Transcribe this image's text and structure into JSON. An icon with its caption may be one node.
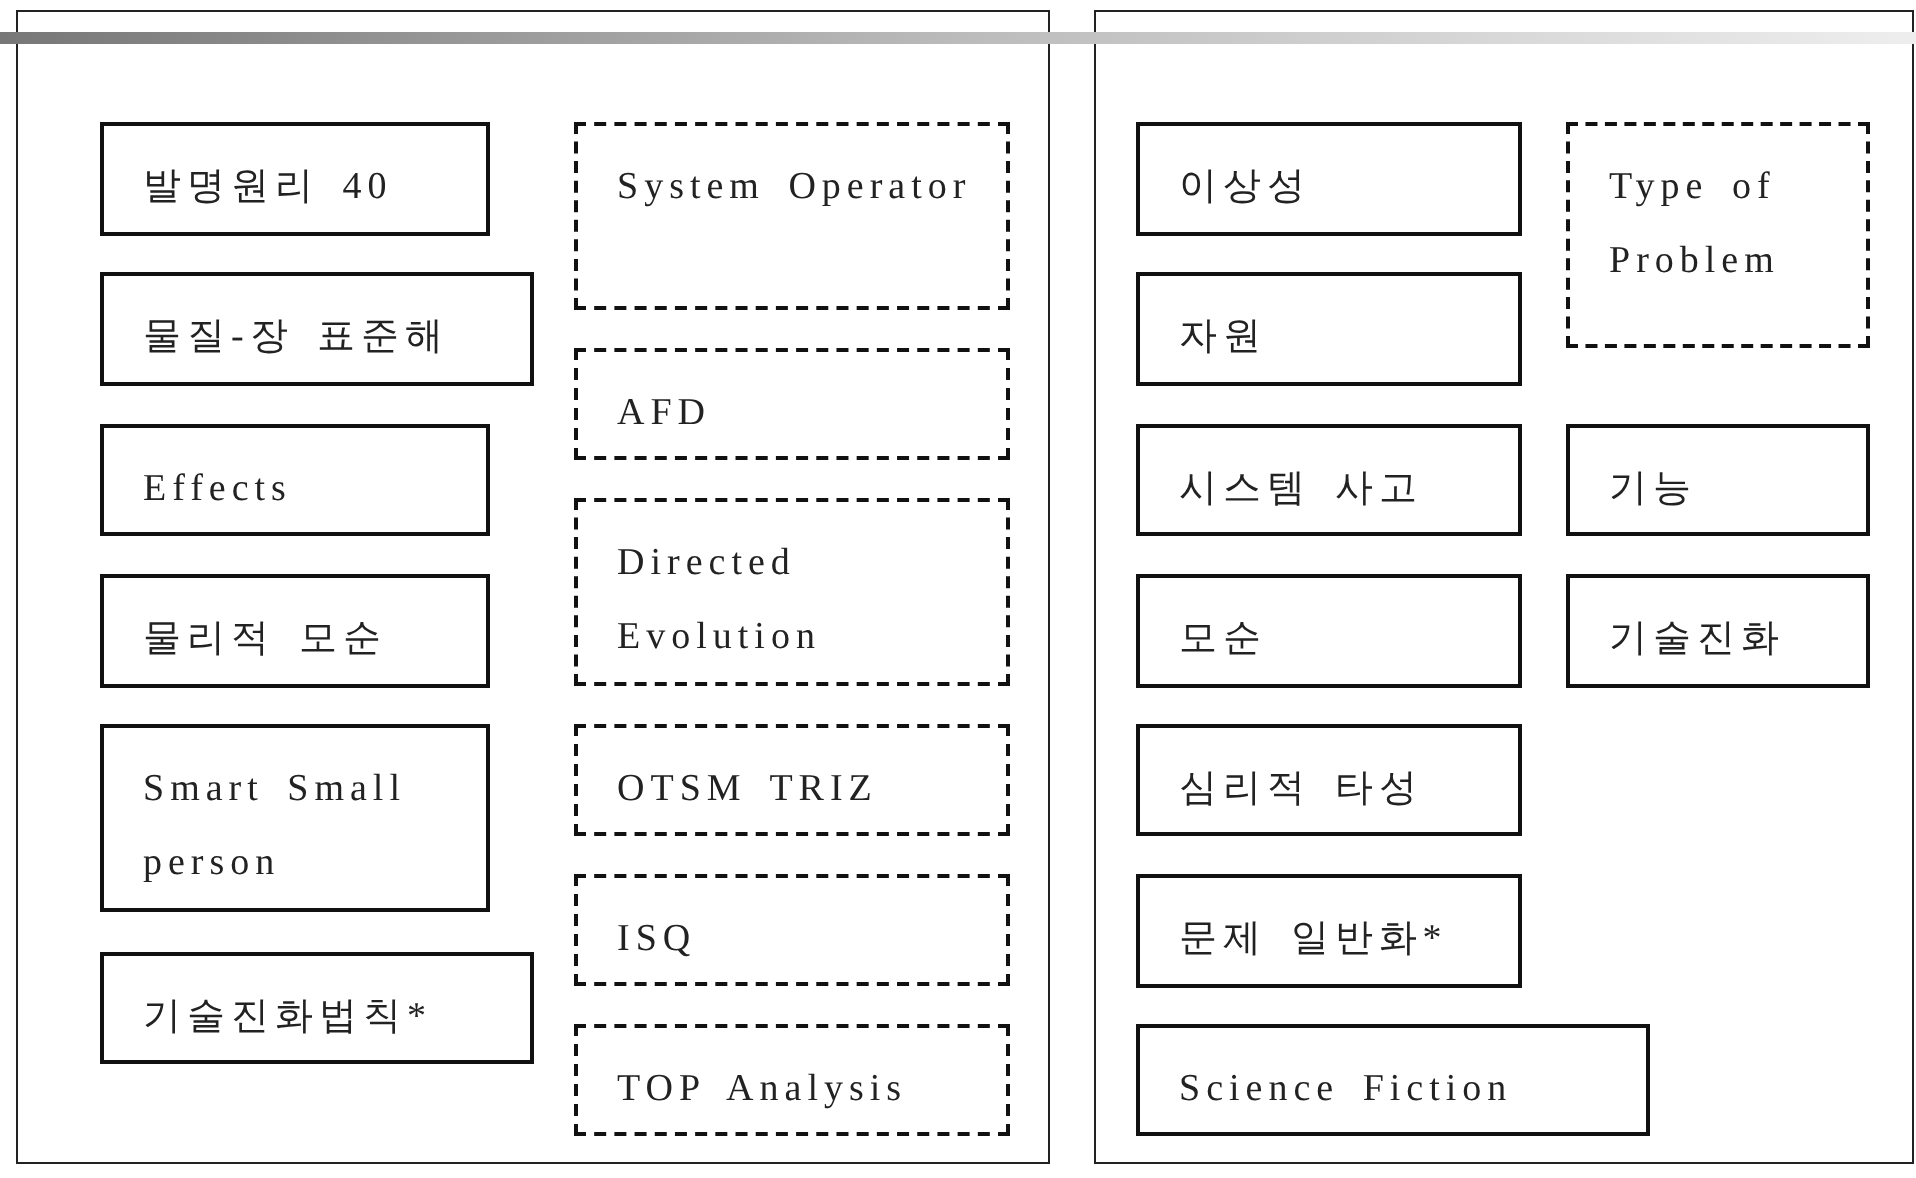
{
  "diagram": {
    "nodes": [
      {
        "text": [],
        "shape": "box"
      },
      {
        "text": [
          "발명원리 40"
        ],
        "in": 0
      },
      {
        "text": [
          "System Operator"
        ],
        "in": 0
      },
      {
        "text": [
          "물질-장 표준해"
        ],
        "in": 0
      },
      {
        "text": [
          "AFD"
        ],
        "in": 0
      },
      {
        "text": [
          "Effects"
        ],
        "in": 0
      },
      {
        "text": [
          "Directed Evolution"
        ],
        "in": 0
      },
      {
        "text": [
          "물리적 모순"
        ],
        "in": 0
      },
      {
        "text": [
          "Smart Small person"
        ],
        "in": 0
      },
      {
        "text": [
          "OTSM TRIZ"
        ],
        "in": 0
      },
      {
        "text": [
          "ISQ"
        ],
        "in": 0
      },
      {
        "text": [
          "기술진화법칙*"
        ],
        "in": 0
      },
      {
        "text": [
          "TOP Analysis"
        ],
        "in": 0
      },
      {
        "text": [],
        "shape": "box"
      },
      {
        "text": [
          "이상성"
        ],
        "in": 13
      },
      {
        "text": [
          "Type of Problem"
        ],
        "in": 13
      },
      {
        "text": [
          "자원"
        ],
        "in": 13
      },
      {
        "text": [
          "시스템 사고"
        ],
        "in": 13
      },
      {
        "text": [
          "기능"
        ],
        "in": 13
      },
      {
        "text": [
          "모순"
        ],
        "in": 13
      },
      {
        "text": [
          "기술진화"
        ],
        "in": 13
      },
      {
        "text": [
          "심리적 타성"
        ],
        "in": 13
      },
      {
        "text": [
          "문제 일반화*"
        ],
        "in": 13
      },
      {
        "text": [
          "Science Fiction"
        ],
        "in": 13
      }
    ]
  }
}
